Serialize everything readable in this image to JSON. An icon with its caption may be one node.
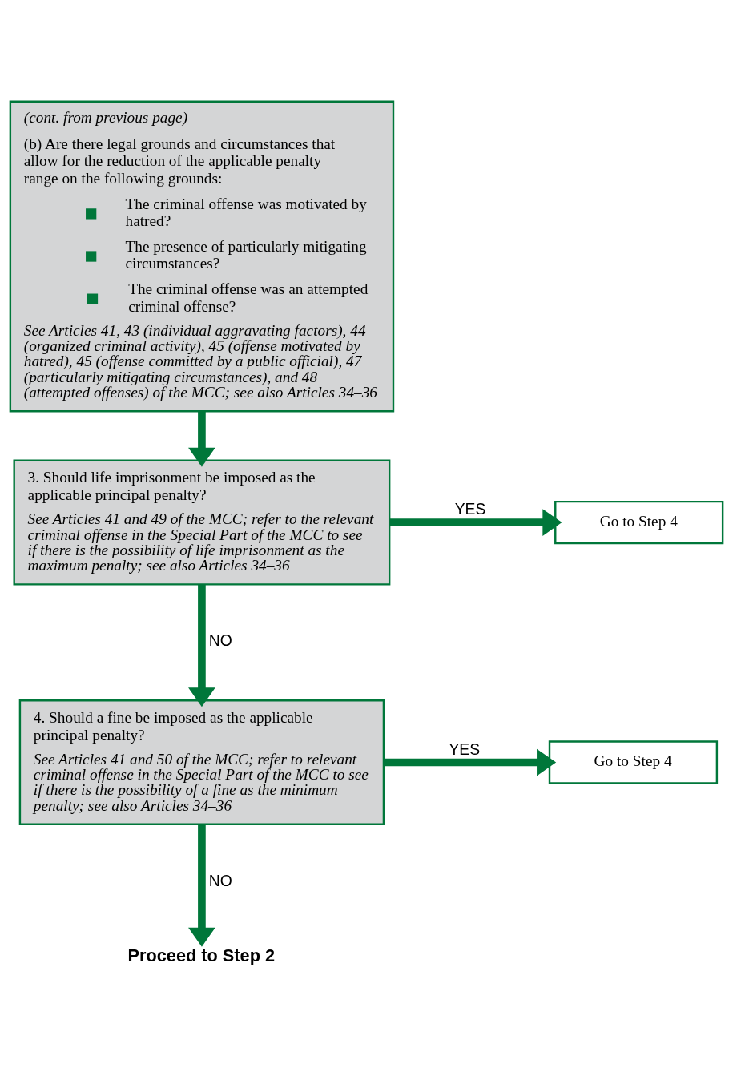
{
  "diagram": {
    "nodes": [
      {
        "text": [
          "(cont. from previous page)",
          "(b) Are there legal grounds and circumstances that allow for the reduction of the applicable penalty range on the following grounds:",
          "The criminal offense was motivated by hatred?",
          "The presence of particularly mitigating circumstances?",
          "The criminal offense was an attempted criminal offense?",
          "See Articles 41, 43 (individual aggravating factors), 44 (organized criminal activity), 45 (offense motivated by hatred), 45 (offense committed by a public official), 47 (particularly mitigating circumstances), and 48 (attempted offenses) of the MCC; see also Articles 34–36"
        ]
      },
      {
        "text": [
          "3. Should life imprisonment be imposed as the applicable principal penalty?",
          "See Articles 41 and 49 of the MCC; refer to the relevant criminal offense in the Special Part of the MCC to see if there is the possibility of life imprisonment as the maximum penalty; see also Articles 34–36"
        ]
      },
      {
        "text": [
          "Go to Step 4"
        ]
      },
      {
        "text": [
          "4. Should a fine be imposed as the applicable principal penalty?",
          "See Articles 41 and 50 of the MCC; refer to relevant criminal offense in the Special Part of the MCC to see if there is the possibility of a fine as the minimum penalty; see also Articles 34–36"
        ]
      },
      {
        "text": [
          "Go to Step 4"
        ]
      },
      {
        "text": [
          "Proceed to Step 2"
        ]
      }
    ],
    "edges": [
      {
        "from": 0,
        "to": 1,
        "arrow": "to"
      },
      {
        "from": 1,
        "to": 2,
        "arrow": "to",
        "label": "YES"
      },
      {
        "from": 1,
        "to": 3,
        "arrow": "to",
        "label": "NO"
      },
      {
        "from": 3,
        "to": 4,
        "arrow": "to",
        "label": "YES"
      },
      {
        "from": 3,
        "to": 5,
        "arrow": "to",
        "label": "NO"
      }
    ]
  }
}
